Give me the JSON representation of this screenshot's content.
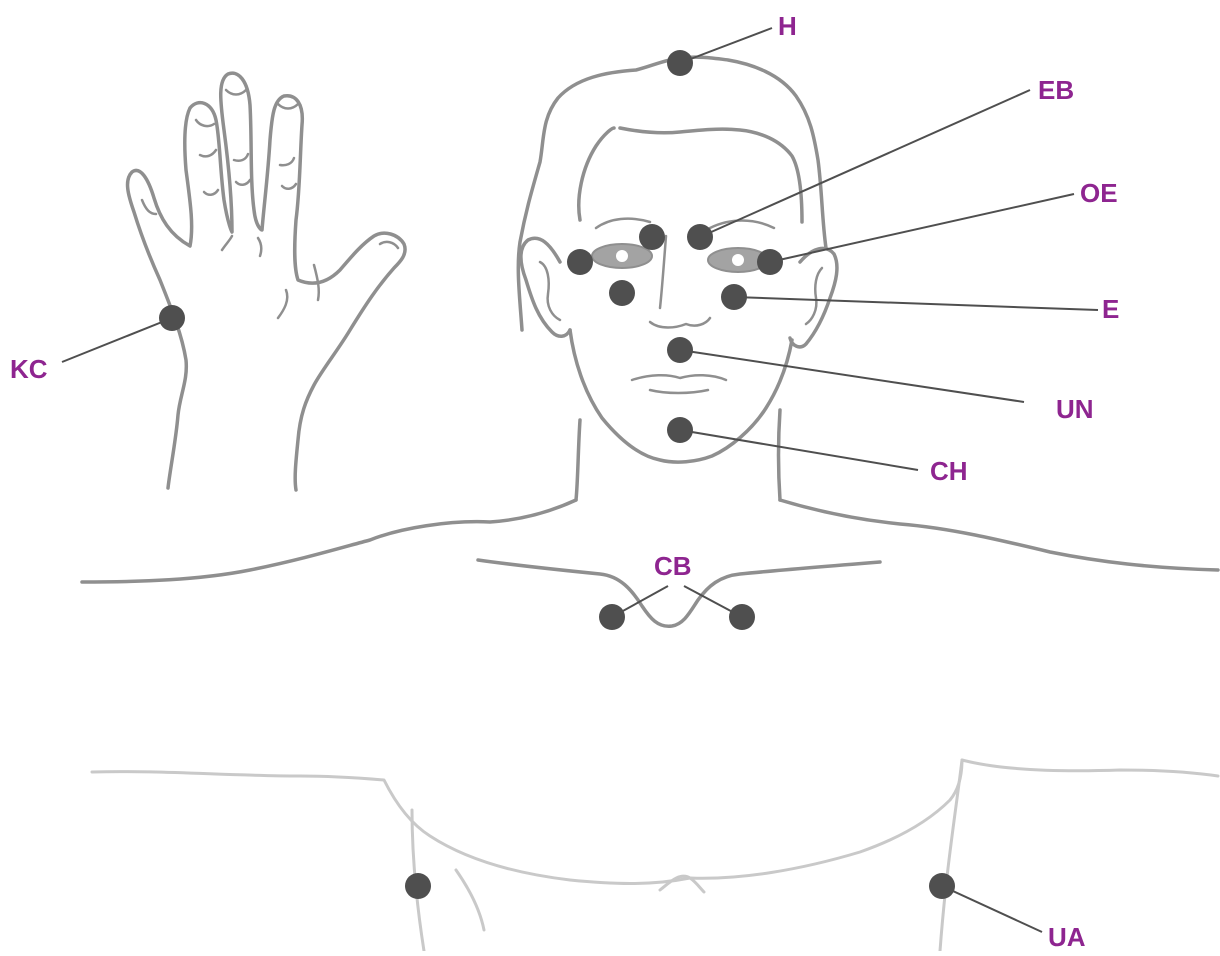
{
  "colors": {
    "label": "#8e2590",
    "point": "#4f4f4f",
    "line": "#4f4f4f",
    "outline": "#8f8f8f",
    "outline_light": "#c9c9c9"
  },
  "points": {
    "H": "H",
    "EB": "EB",
    "OE": "OE",
    "E": "E",
    "UN": "UN",
    "CH": "CH",
    "CB": "CB",
    "KC": "KC",
    "UA": "UA"
  }
}
